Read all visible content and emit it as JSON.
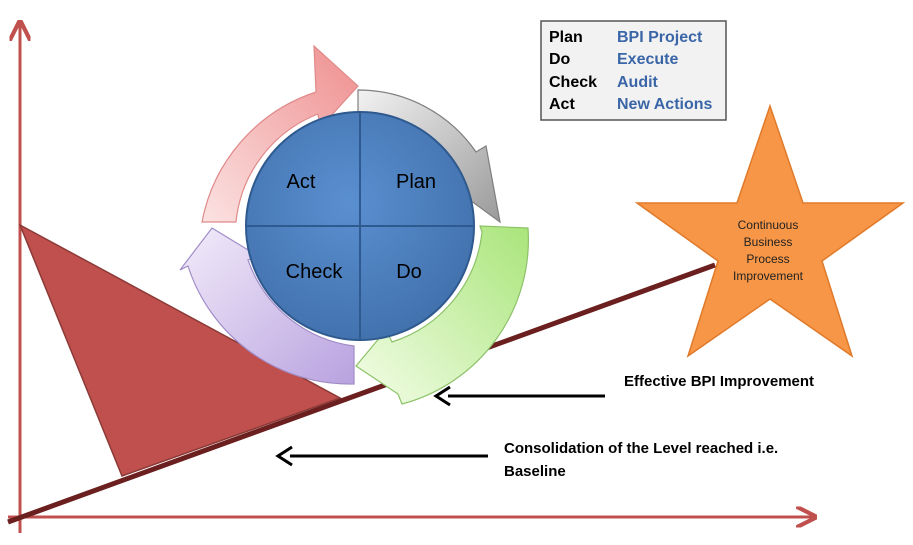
{
  "cycle": {
    "act": "Act",
    "plan": "Plan",
    "check": "Check",
    "do": "Do"
  },
  "legend": {
    "rows": [
      {
        "term": "Plan",
        "meaning": "BPI Project"
      },
      {
        "term": "Do",
        "meaning": "Execute"
      },
      {
        "term": "Check",
        "meaning": "Audit"
      },
      {
        "term": "Act",
        "meaning": "New Actions"
      }
    ]
  },
  "star": {
    "lines": [
      "Continuous",
      "Business",
      "Process",
      "Improvement"
    ]
  },
  "annotations": {
    "effective": "Effective BPI Improvement",
    "consolidation_line1": "Consolidation of the Level reached i.e.",
    "consolidation_line2": "Baseline"
  },
  "colors": {
    "axis": "#c0504d",
    "wedge": "#c0504d",
    "trend_line": "#6b1f1f",
    "circle": "#4f81bd",
    "star": "#f79646",
    "arrow_plan": "#bfbfbf",
    "arrow_do": "#c6f0a6",
    "arrow_check": "#c9b8e6",
    "arrow_act": "#f3a8a8",
    "legend_meaning": "#3a66a8"
  }
}
